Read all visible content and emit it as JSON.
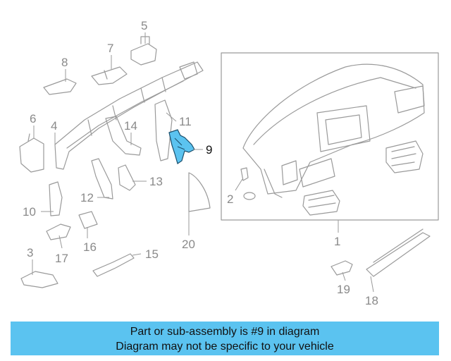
{
  "diagram": {
    "highlight_color": "#5bc3f0",
    "callouts": [
      {
        "id": "c1",
        "text": "1"
      },
      {
        "id": "c2",
        "text": "2"
      },
      {
        "id": "c3",
        "text": "3"
      },
      {
        "id": "c4",
        "text": "4"
      },
      {
        "id": "c5",
        "text": "5"
      },
      {
        "id": "c6",
        "text": "6"
      },
      {
        "id": "c7",
        "text": "7"
      },
      {
        "id": "c8",
        "text": "8"
      },
      {
        "id": "c9",
        "text": "9"
      },
      {
        "id": "c10",
        "text": "10"
      },
      {
        "id": "c11",
        "text": "11"
      },
      {
        "id": "c12",
        "text": "12"
      },
      {
        "id": "c13",
        "text": "13"
      },
      {
        "id": "c14",
        "text": "14"
      },
      {
        "id": "c15",
        "text": "15"
      },
      {
        "id": "c16",
        "text": "16"
      },
      {
        "id": "c17",
        "text": "17"
      },
      {
        "id": "c18",
        "text": "18"
      },
      {
        "id": "c19",
        "text": "19"
      },
      {
        "id": "c20",
        "text": "20"
      }
    ]
  },
  "banner": {
    "line1": "Part or sub-assembly is #9 in diagram",
    "line2": "Diagram may not be specific to your vehicle"
  }
}
